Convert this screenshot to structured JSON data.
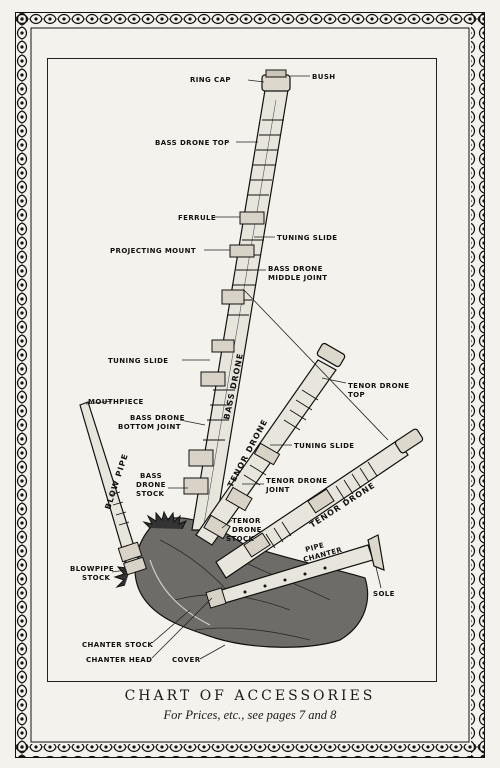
{
  "labels": {
    "ring_cap": "RING CAP",
    "bush": "BUSH",
    "bass_drone_top": "BASS DRONE TOP",
    "ferrule": "FERRULE",
    "tuning_slide_1": "TUNING SLIDE",
    "projecting_mount": "PROJECTING MOUNT",
    "bass_drone_middle_joint_1": "BASS DRONE",
    "bass_drone_middle_joint_2": "MIDDLE JOINT",
    "tuning_slide_2": "TUNING SLIDE",
    "tenor_drone_top_1": "TENOR DRONE",
    "tenor_drone_top_2": "TOP",
    "mouthpiece": "MOUTHPIECE",
    "bass_drone_bottom_joint_1": "BASS DRONE",
    "bass_drone_bottom_joint_2": "BOTTOM JOINT",
    "bass_drone_vertical": "BASS DRONE",
    "tuning_slide_3": "TUNING SLIDE",
    "tenor_drone_vertical": "TENOR DRONE",
    "blow_pipe": "BLOW PIPE",
    "bass_drone_stock_1": "BASS",
    "bass_drone_stock_2": "DRONE",
    "bass_drone_stock_3": "STOCK",
    "tenor_drone_joint_1": "TENOR DRONE",
    "tenor_drone_joint_2": "JOINT",
    "tenor_drone_stock_1": "TENOR",
    "tenor_drone_stock_2": "DRONE",
    "tenor_drone_stock_3": "STOCK",
    "tenor_drone_diag": "TENOR DRONE",
    "pipe_chanter_1": "PIPE",
    "pipe_chanter_2": "CHANTER",
    "blowpipe_stock_1": "BLOWPIPE",
    "blowpipe_stock_2": "STOCK",
    "sole": "SOLE",
    "chanter_stock": "CHANTER STOCK",
    "chanter_head": "CHANTER HEAD",
    "cover": "COVER"
  },
  "caption": {
    "title": "CHART OF ACCESSORIES",
    "subtitle": "For Prices, etc., see pages 7 and 8"
  },
  "colors": {
    "paper": "#f4f2ec",
    "ink": "#111111"
  }
}
